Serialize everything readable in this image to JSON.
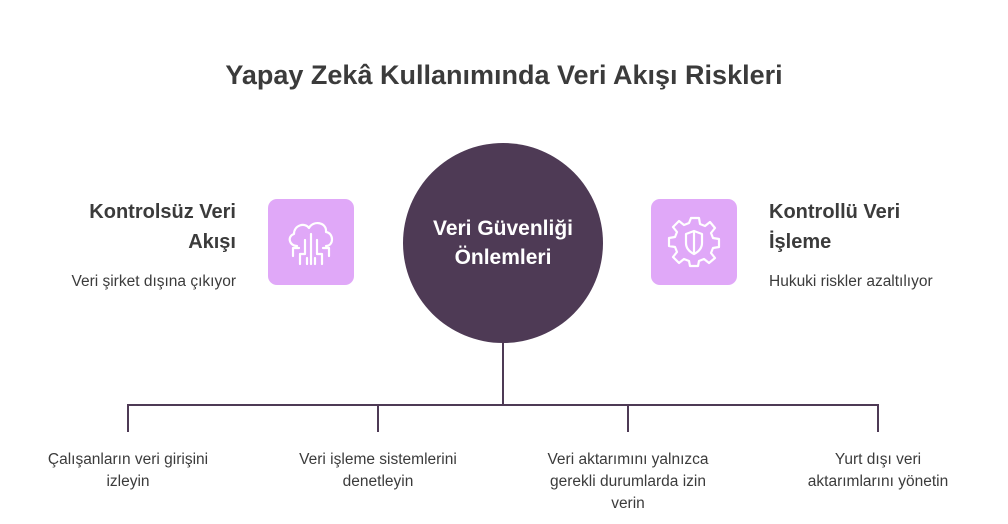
{
  "title": "Yapay Zekâ Kullanımında Veri Akışı Riskleri",
  "center": {
    "line1": "Veri Güvenliği",
    "line2": "Önlemleri",
    "color": "#4e3a55"
  },
  "left": {
    "heading_line1": "Kontrolsüz Veri",
    "heading_line2": "Akışı",
    "subtitle": "Veri şirket dışına çıkıyor",
    "icon": "cloud-circuit-icon"
  },
  "right": {
    "heading_line1": "Kontrollü Veri",
    "heading_line2": "İşleme",
    "subtitle": "Hukuki riskler azaltılıyor",
    "icon": "gear-shield-icon"
  },
  "accent": "#e0a8f8",
  "branches": [
    {
      "lines": [
        "Çalışanların veri girişini",
        "izleyin"
      ]
    },
    {
      "lines": [
        "Veri işleme sistemlerini",
        "denetleyin"
      ]
    },
    {
      "lines": [
        "Veri aktarımını yalnızca",
        "gerekli durumlarda izin",
        "verin"
      ]
    },
    {
      "lines": [
        "Yurt dışı veri",
        "aktarımlarını yönetin"
      ]
    }
  ]
}
